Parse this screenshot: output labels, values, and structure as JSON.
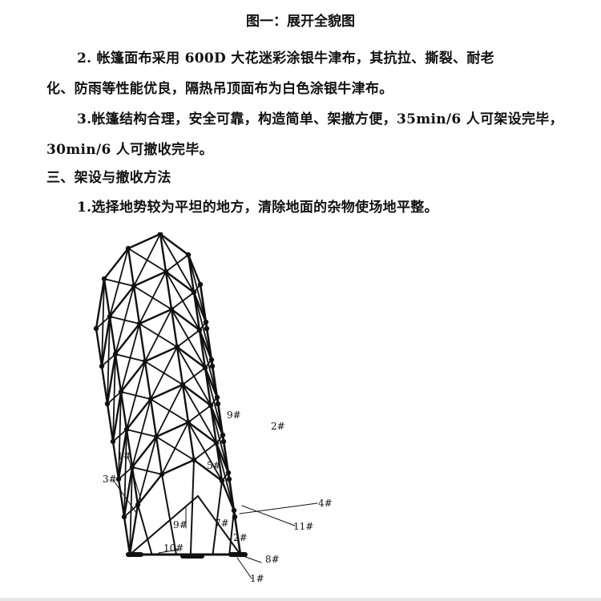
{
  "figure_caption": "图一：展开全貌图",
  "paragraphs": [
    "2. 帐篷面布采用 600D 大花迷彩涂银牛津布，其抗拉、撕裂、耐老",
    "化、防雨等性能优良，隔热吊顶面布为白色涂银牛津布。",
    "3.帐篷结构合理，安全可靠，构造简单、架撤方便，35min/6 人可架设完毕，",
    "30min/6 人可撤收完毕。",
    "三、架设与撤收方法",
    "1.选择地势较为平坦的地方，清除地面的杂物使场地平整。"
  ],
  "diagram_labels": {
    "l1": "1#",
    "l2": "3#",
    "l3": "5#",
    "l4": "9#",
    "l5": "2#",
    "l6": "5#",
    "l7": "4#",
    "l8": "7#",
    "l9": "9#",
    "l10": "11#",
    "l11": "10#",
    "l12": "2#",
    "l13": "8#",
    "l14": "1#"
  }
}
